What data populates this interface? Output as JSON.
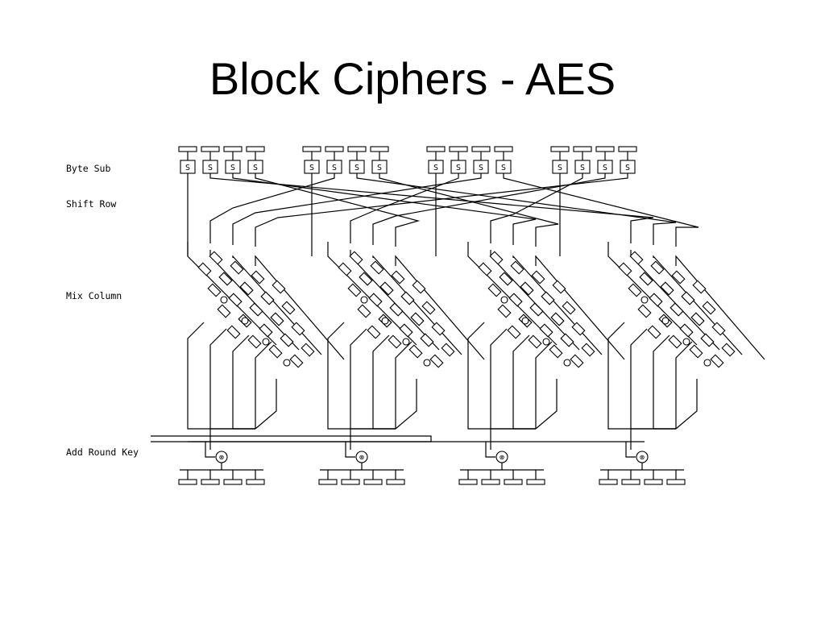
{
  "slide": {
    "title": "Block Ciphers - AES"
  },
  "diagram": {
    "stage_labels": {
      "byte_sub": "Byte Sub",
      "shift_row": "Shift Row",
      "mix_column": "Mix Column",
      "add_round_key": "Add Round Key"
    },
    "sbox_label": "S",
    "xor_symbol": "⊗",
    "groups": 4,
    "bytes_per_group": 4
  }
}
